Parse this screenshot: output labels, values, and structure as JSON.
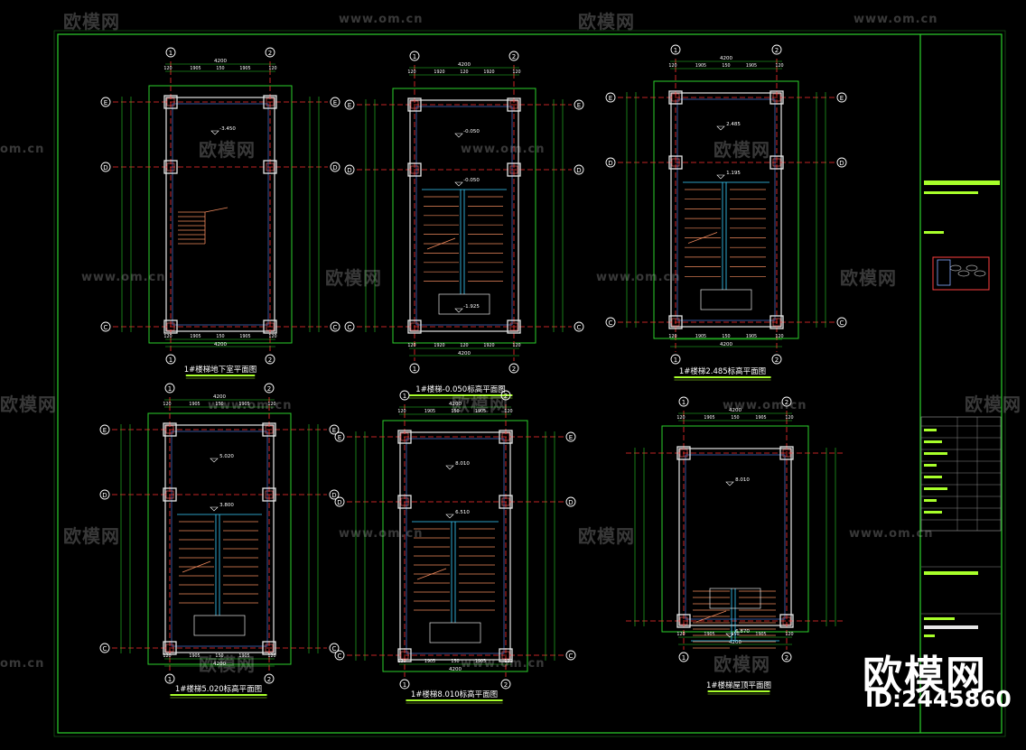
{
  "drawing": {
    "colors": {
      "frame": "#2bd12b",
      "axis": "#ff3030",
      "wall": "#e6e6e6",
      "column": "#e6e6e6",
      "stair": "#f08a5d",
      "rail": "#3ad0ff",
      "dim": "#2bd12b",
      "label": "#ffffff",
      "highlight": "#a8ff2a"
    },
    "plans": [
      {
        "id": "b1",
        "title": "1#楼梯地下室平面图",
        "top_axes": [
          "1",
          "2"
        ],
        "side_axes": [
          "E",
          "D",
          "C"
        ],
        "overall_dim": "4200",
        "sub_dims": [
          "120",
          "1905",
          "150",
          "1905",
          "120"
        ],
        "elevations": [
          "-3.450"
        ]
      },
      {
        "id": "f0",
        "title": "1#楼梯-0.050标高平面图",
        "top_axes": [
          "1",
          "2"
        ],
        "side_axes": [
          "E",
          "D",
          "C"
        ],
        "overall_dim": "4200",
        "sub_dims": [
          "120",
          "1920",
          "120",
          "1920",
          "120"
        ],
        "elevations": [
          "-0.050",
          "-0.050",
          "-1.925"
        ]
      },
      {
        "id": "f2",
        "title": "1#楼梯2.485标高平面图",
        "top_axes": [
          "1",
          "2"
        ],
        "side_axes": [
          "E",
          "D",
          "C"
        ],
        "overall_dim": "4200",
        "sub_dims": [
          "120",
          "1905",
          "150",
          "1905",
          "120"
        ],
        "elevations": [
          "2.485",
          "1.195"
        ]
      },
      {
        "id": "f5",
        "title": "1#楼梯5.020标高平面图",
        "top_axes": [
          "1",
          "2"
        ],
        "side_axes": [
          "E",
          "D",
          "C"
        ],
        "overall_dim": "4200",
        "sub_dims": [
          "120",
          "1905",
          "150",
          "1905",
          "120"
        ],
        "elevations": [
          "5.020",
          "3.800"
        ]
      },
      {
        "id": "f8",
        "title": "1#楼梯8.010标高平面图",
        "top_axes": [
          "1",
          "2"
        ],
        "side_axes": [
          "E",
          "D",
          "C"
        ],
        "overall_dim": "4200",
        "sub_dims": [
          "120",
          "1905",
          "150",
          "1905",
          "120"
        ],
        "elevations": [
          "8.010",
          "6.510"
        ]
      },
      {
        "id": "roof",
        "title": "1#楼梯屋顶平面图",
        "top_axes": [
          "1",
          "2"
        ],
        "side_axes": [],
        "overall_dim": "4200",
        "sub_dims": [
          "120",
          "1905",
          "150",
          "1905",
          "120"
        ],
        "elevations": [
          "8.010",
          "6.870"
        ]
      }
    ]
  },
  "watermarks": {
    "brand": "欧模网",
    "domain": "www.om.cn",
    "domain_short": "om.cn",
    "id_label": "ID:2445860"
  }
}
